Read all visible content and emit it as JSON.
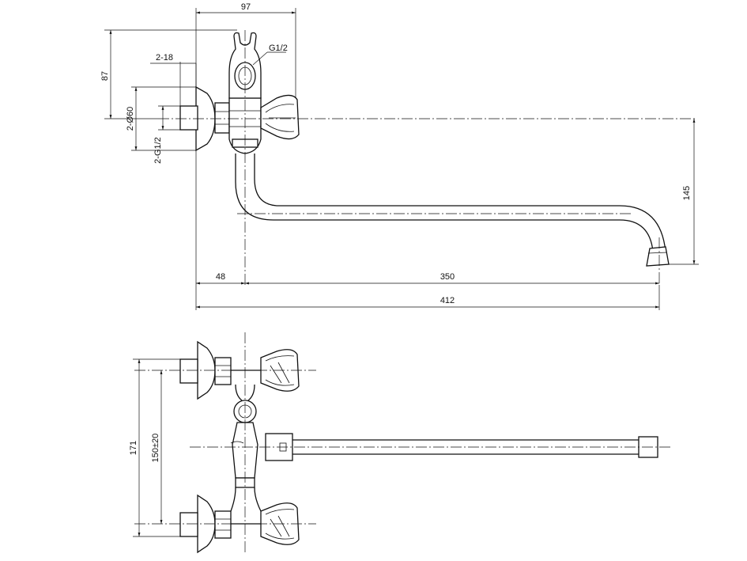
{
  "dimensions": {
    "width_97": "97",
    "height_87": "87",
    "spacing_2_18": "2-18",
    "diameter_2_d60": "2-Ø60",
    "thread_2_g1_2": "2-G1/2",
    "thread_g1_2": "G1/2",
    "height_145": "145",
    "offset_48": "48",
    "reach_350": "350",
    "total_412": "412",
    "spacing_171": "171",
    "spacing_150": "150±20"
  }
}
